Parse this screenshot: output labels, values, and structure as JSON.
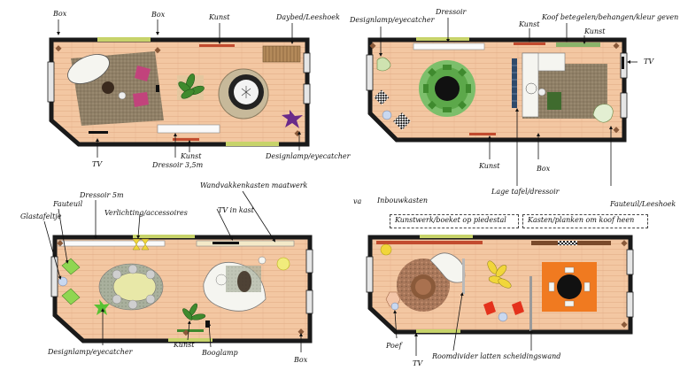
{
  "colors": {
    "wall": "#1a1a1a",
    "floor": "#f3c7a2",
    "floor_line": "#d9a47c",
    "rug_brown": "#8a7a62",
    "rug_green": "#7cbf6b",
    "rug_orange": "#f07a20",
    "rug_grey": "#9aa49a",
    "accent_pink": "#c2437c",
    "accent_purple": "#6a2a8a",
    "accent_yellow": "#f1d63a",
    "accent_green": "#59c233",
    "accent_red": "#e4321c",
    "window": "#d8d8d8"
  },
  "plan1": {
    "box_left": "Box",
    "box_mid": "Box",
    "kunst_top": "Kunst",
    "daybed": "Daybed/Leeshoek",
    "tv": "TV",
    "dressoir": "Dressoir 3,5m",
    "kunst_bottom": "Kunst",
    "designlamp": "Designlamp/eyecatcher"
  },
  "plan2": {
    "designlamp": "Designlamp/eyecatcher",
    "dressoir": "Dressoir",
    "kunst_top": "Kunst",
    "koof": "Koof betegelen/behangen/kleur geven",
    "kunst_right": "Kunst",
    "tv": "TV",
    "kunst_bottom": "Kunst",
    "box": "Box",
    "lage_tafel": "Lage tafel/dressoir",
    "fauteuil": "Fauteuil/Leeshoek"
  },
  "plan3": {
    "dressoir": "Dressoir 5m",
    "fauteuil": "Fauteuil",
    "glastafeltje": "Glastafeltje",
    "verlichting": "Verlichting/accessoires",
    "wandvakken": "Wandvakkenkasten maatwerk",
    "tv_kast": "TV in kast",
    "designlamp": "Designlamp/eyecatcher",
    "kunst": "Kunst",
    "booglamp": "Booglamp",
    "box": "Box"
  },
  "plan4": {
    "va": "va",
    "inbouwkasten": "Inbouwkasten",
    "kunstwerk": "Kunstwerk/boeket op piedestal",
    "kasten": "Kasten/planken om koof heen",
    "poef": "Poef",
    "tv": "TV",
    "roomdivider": "Roomdivider latten scheidingswand"
  }
}
